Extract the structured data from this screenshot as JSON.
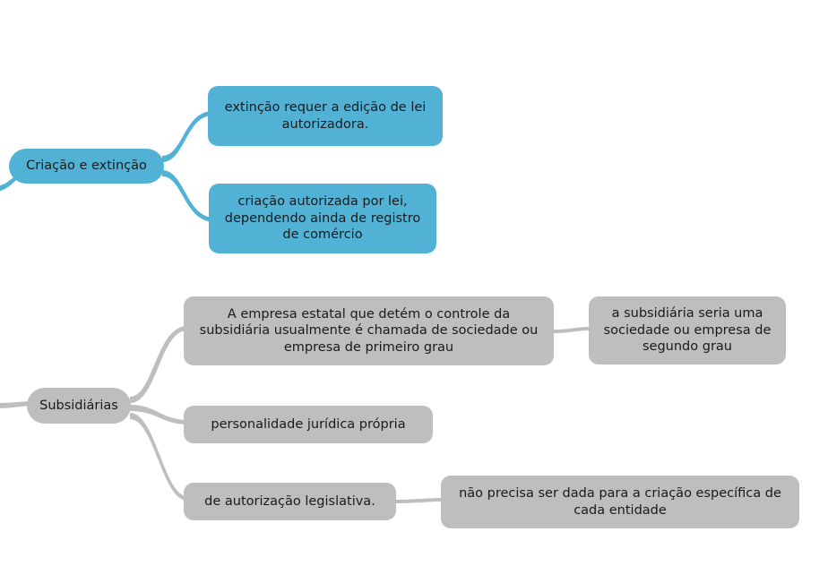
{
  "diagram": {
    "type": "mind-map",
    "title": "Criação e extinção / Subsidiárias",
    "background_color": "#ffffff",
    "branch_colors": {
      "criacao_e_extincao": "#52B2D6",
      "subsidiarias": "#BEBEBE"
    },
    "text_color": "#1a1a1a"
  },
  "branches": [
    {
      "id": "criacao-e-extincao",
      "label": "Criação e extinção",
      "color": "#52B2D6",
      "children": [
        {
          "id": "extincao-requer-lei",
          "label": "extinção requer a edição de lei autorizadora.",
          "children": []
        },
        {
          "id": "criacao-autorizada-por-lei",
          "label": "criação autorizada por lei, dependendo ainda de registro de comércio",
          "children": []
        }
      ]
    },
    {
      "id": "subsidiarias",
      "label": "Subsidiárias",
      "color": "#BEBEBE",
      "children": [
        {
          "id": "empresa-estatal-controle",
          "label": "A empresa estatal que detém o controle da subsidiária usualmente é chamada de sociedade ou empresa de primeiro grau",
          "children": [
            {
              "id": "subsidiaria-segundo-grau",
              "label": "a subsidiária seria uma sociedade ou empresa de segundo grau"
            }
          ]
        },
        {
          "id": "personalidade-juridica-propria",
          "label": "personalidade jurídica própria",
          "children": []
        },
        {
          "id": "de-autorizacao-legislativa",
          "label": "de autorização legislativa.",
          "children": [
            {
              "id": "nao-precisa-ser-dada",
              "label": "não precisa ser dada para a criação específica de cada entidade"
            }
          ]
        }
      ]
    }
  ],
  "nodes": {
    "criacao_e_extincao": {
      "text": "Criação e extinção"
    },
    "extincao_requer_lei": {
      "text": "extinção requer a edição de lei autorizadora."
    },
    "criacao_autorizada": {
      "text": "criação autorizada por lei, dependendo ainda de registro de comércio"
    },
    "subsidiarias": {
      "text": "Subsidiárias"
    },
    "empresa_estatal": {
      "text": "A empresa estatal que detém o controle da subsidiária usualmente é chamada de sociedade ou empresa de primeiro grau"
    },
    "segundo_grau": {
      "text": "a subsidiária seria uma sociedade ou empresa de segundo grau"
    },
    "personalidade": {
      "text": "personalidade jurídica própria"
    },
    "autorizacao_legislativa": {
      "text": "de autorização legislativa."
    },
    "nao_precisa": {
      "text": "não precisa ser dada para a criação específica de cada entidade"
    }
  }
}
